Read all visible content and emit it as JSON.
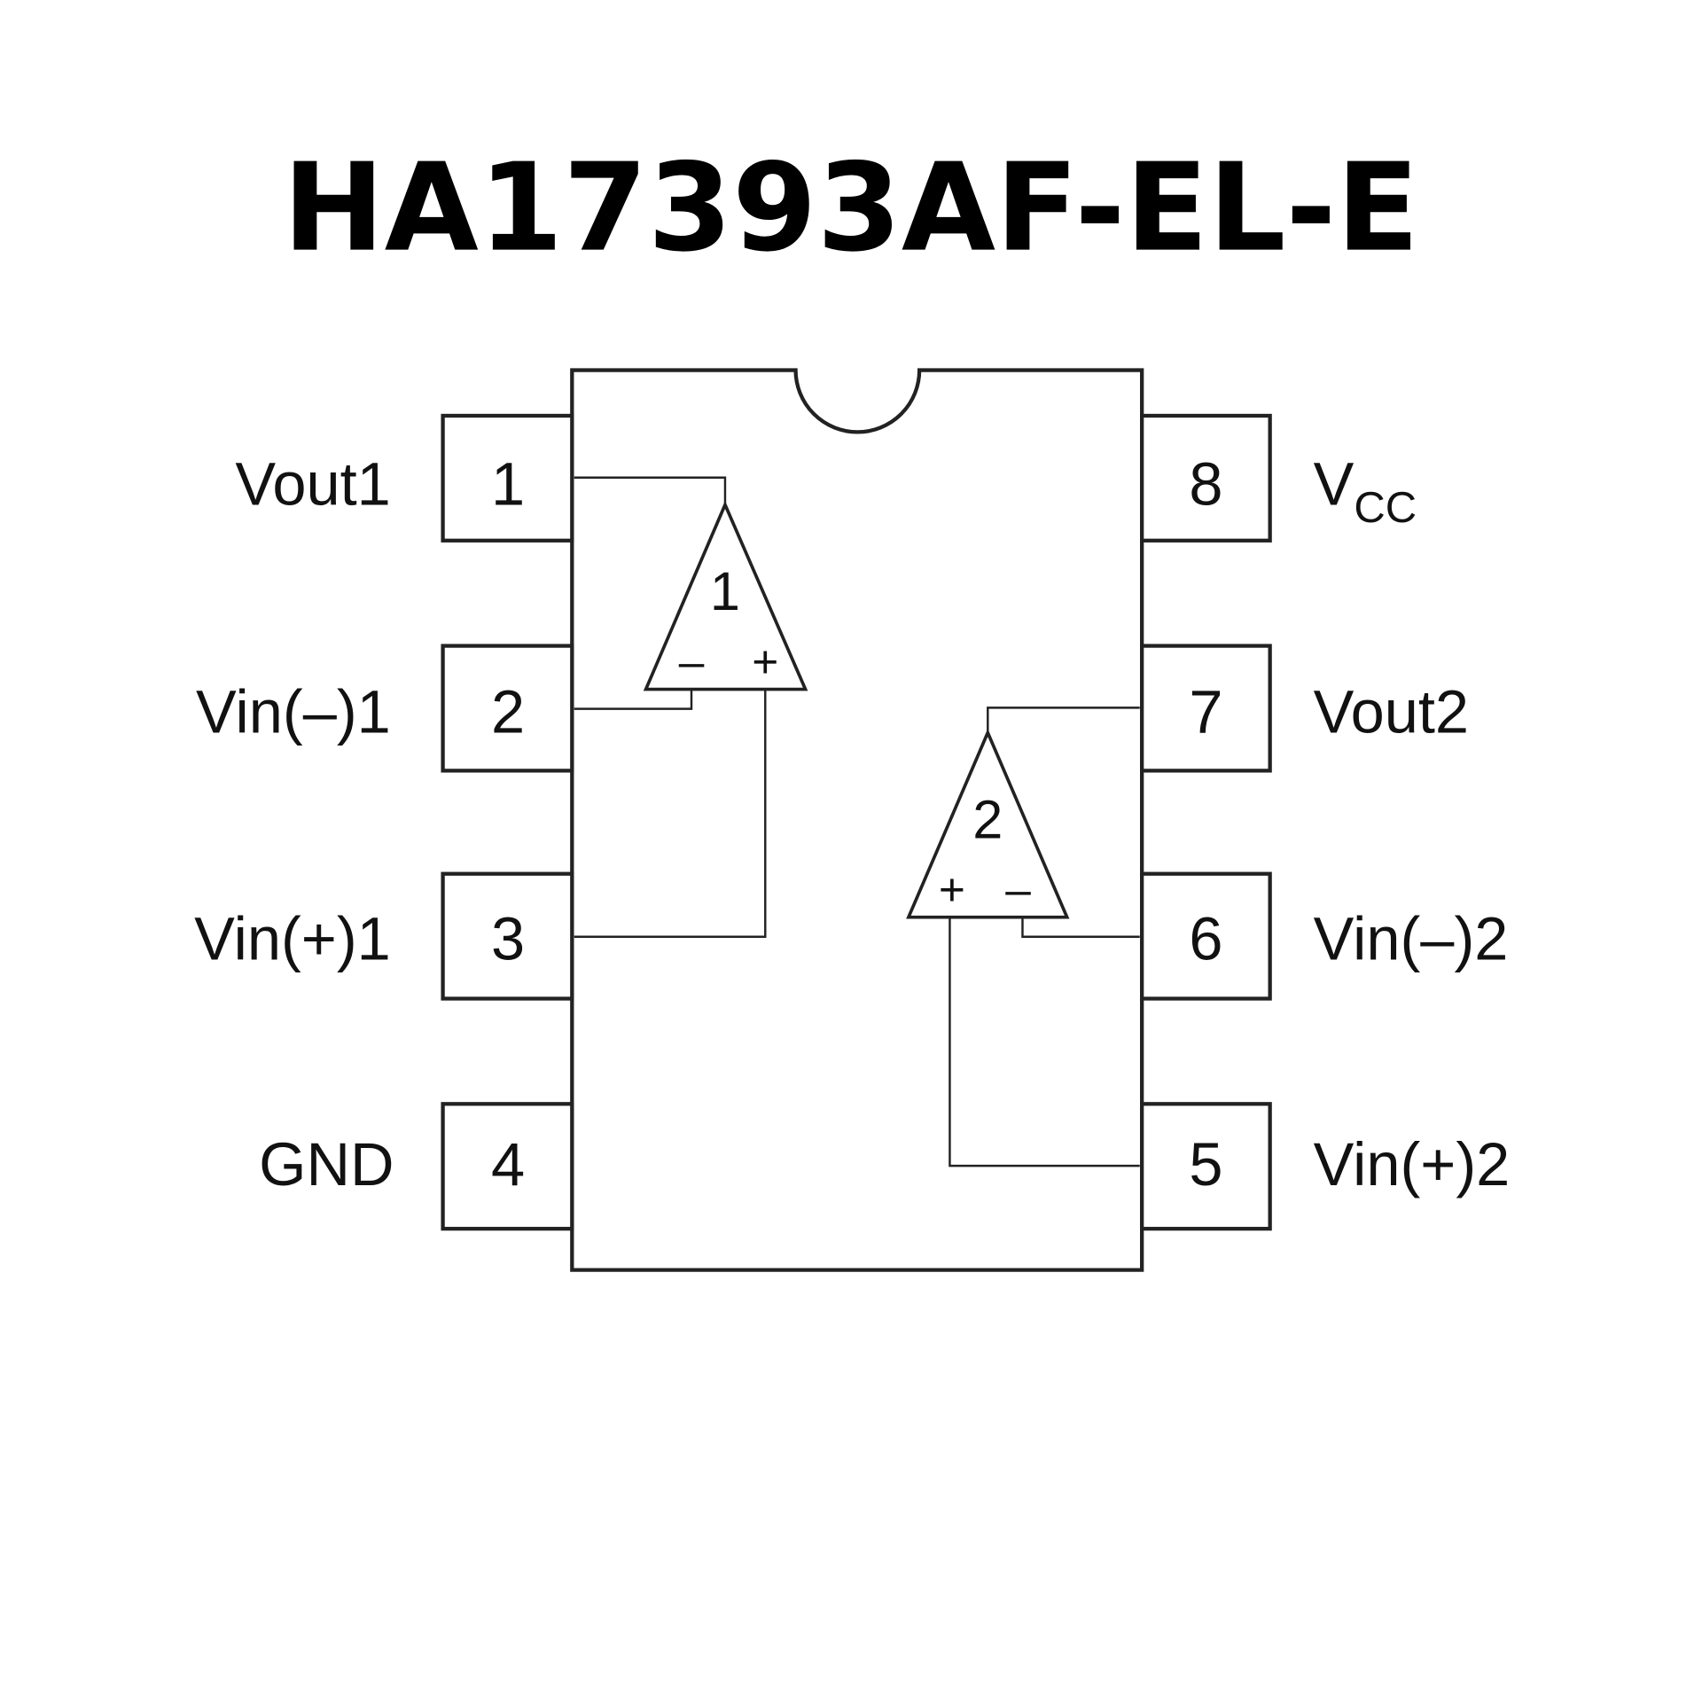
{
  "title": "HA17393AF-EL-E",
  "pins_left": [
    {
      "number": "1",
      "label": "Vout1"
    },
    {
      "number": "2",
      "label": "Vin(–)1"
    },
    {
      "number": "3",
      "label": "Vin(+)1"
    },
    {
      "number": "4",
      "label": "GND"
    }
  ],
  "pins_right": [
    {
      "number": "8",
      "label": "V",
      "sub": "CC"
    },
    {
      "number": "7",
      "label": "Vout2"
    },
    {
      "number": "6",
      "label": "Vin(–)2"
    },
    {
      "number": "5",
      "label": "Vin(+)2"
    }
  ],
  "comparators": [
    {
      "id": "1",
      "minus": "–",
      "plus": "+"
    },
    {
      "id": "2",
      "minus": "–",
      "plus": "+"
    }
  ]
}
